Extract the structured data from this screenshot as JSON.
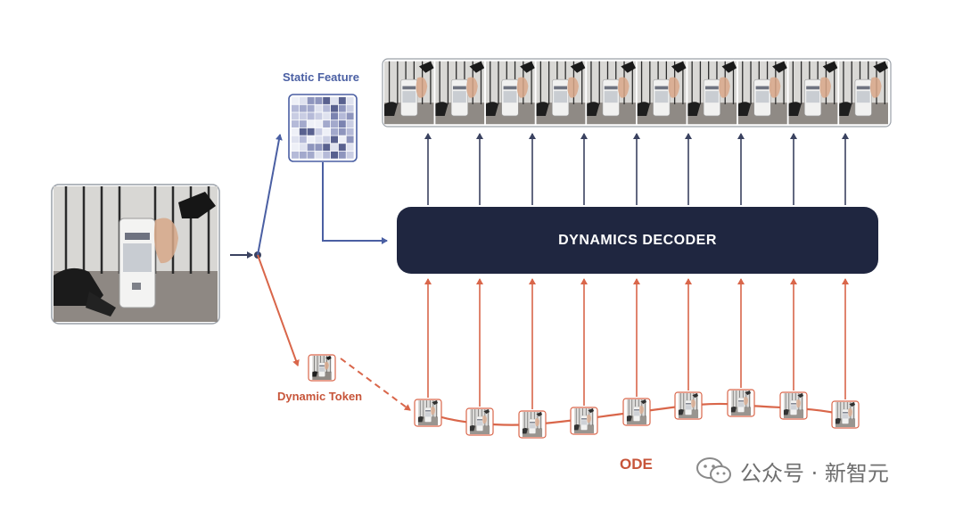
{
  "labels": {
    "static_feature": "Static Feature",
    "dynamic_token": "Dynamic Token",
    "decoder": "DYNAMICS DECODER",
    "ode": "ODE"
  },
  "watermark": {
    "text": "公众号 · 新智元",
    "icon": "wechat-icon"
  },
  "colors": {
    "blue": "#4a5fa3",
    "orange": "#d9664a",
    "decoder_fill": "#1f2640",
    "frame_border": "#9aa0a8"
  },
  "frame_count": 10,
  "token_count": 9
}
